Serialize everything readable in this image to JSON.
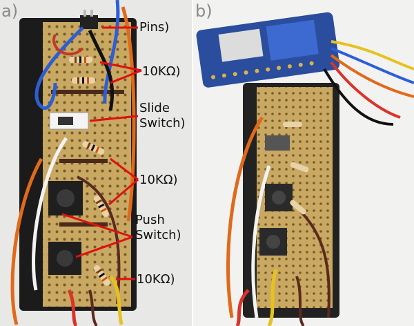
{
  "panels": [
    {
      "letter": "a)"
    },
    {
      "letter": "b)"
    }
  ],
  "callouts": {
    "pins": "Pins)",
    "resistor_top": "10KΩ)",
    "slide_switch": "Slide\nSwitch)",
    "resistor_middle": "10KΩ)",
    "push_switch": "Push\nSwitch)",
    "resistor_bottom": "10KΩ)"
  },
  "colors": {
    "board": "#c9a862",
    "hole": "#6b5226",
    "backing": "#1b1b1b",
    "leader_line": "#e01010",
    "bluetooth_module": "#2a4d9e"
  }
}
